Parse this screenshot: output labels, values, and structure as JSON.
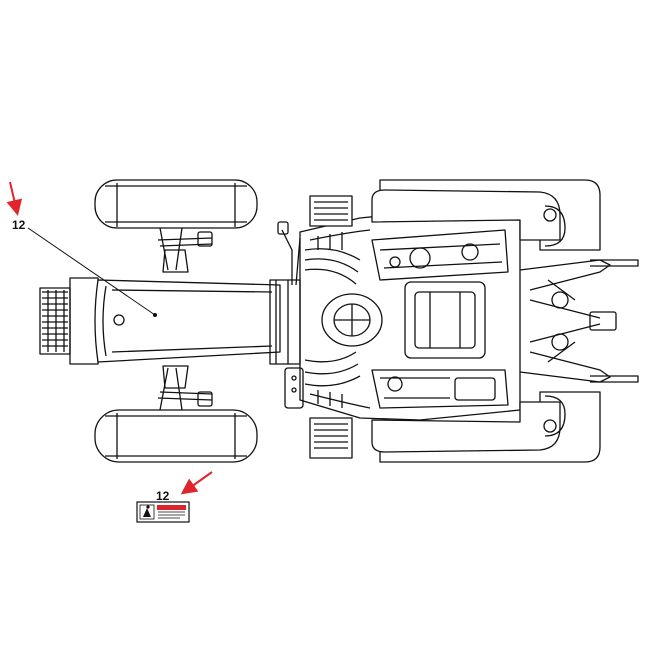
{
  "callouts": [
    {
      "number": "12"
    },
    {
      "number": "12"
    }
  ],
  "colors": {
    "line": "#111111",
    "accent_arrow": "#e0262a",
    "decal_red": "#d9262a",
    "background": "#ffffff"
  },
  "icons": [
    "tractor-top-view-drawing",
    "safety-decal",
    "red-arrow"
  ]
}
